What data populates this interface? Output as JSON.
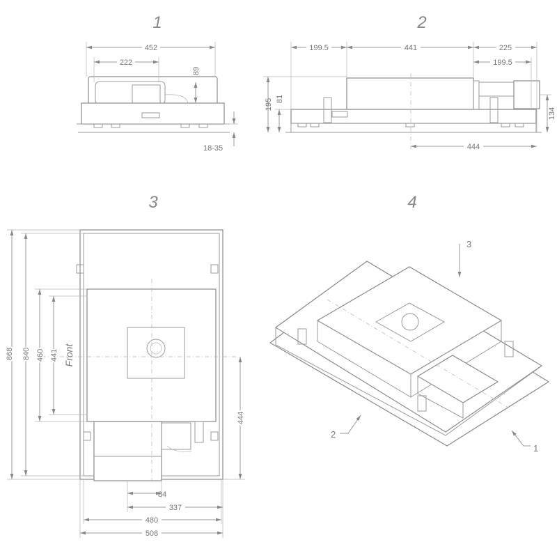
{
  "views": [
    {
      "label": "1",
      "dims": {
        "width": "452",
        "module": "222",
        "height": "89",
        "ceiling": "18-35"
      }
    },
    {
      "label": "2",
      "dims": {
        "left": "199.5",
        "center": "441",
        "right": "225",
        "right_inner": "199.5",
        "total_height": "195",
        "plate_height": "81",
        "duct_height": "134",
        "offset": "444"
      }
    },
    {
      "label": "3",
      "dims": {
        "h868": "868",
        "h840": "840",
        "h460": "460",
        "h441": "441",
        "front": "Front",
        "h444": "444",
        "w84": "84",
        "w337": "337",
        "w480": "480",
        "w508": "508"
      }
    },
    {
      "label": "4",
      "callouts": [
        "3",
        "2",
        "1"
      ]
    }
  ]
}
